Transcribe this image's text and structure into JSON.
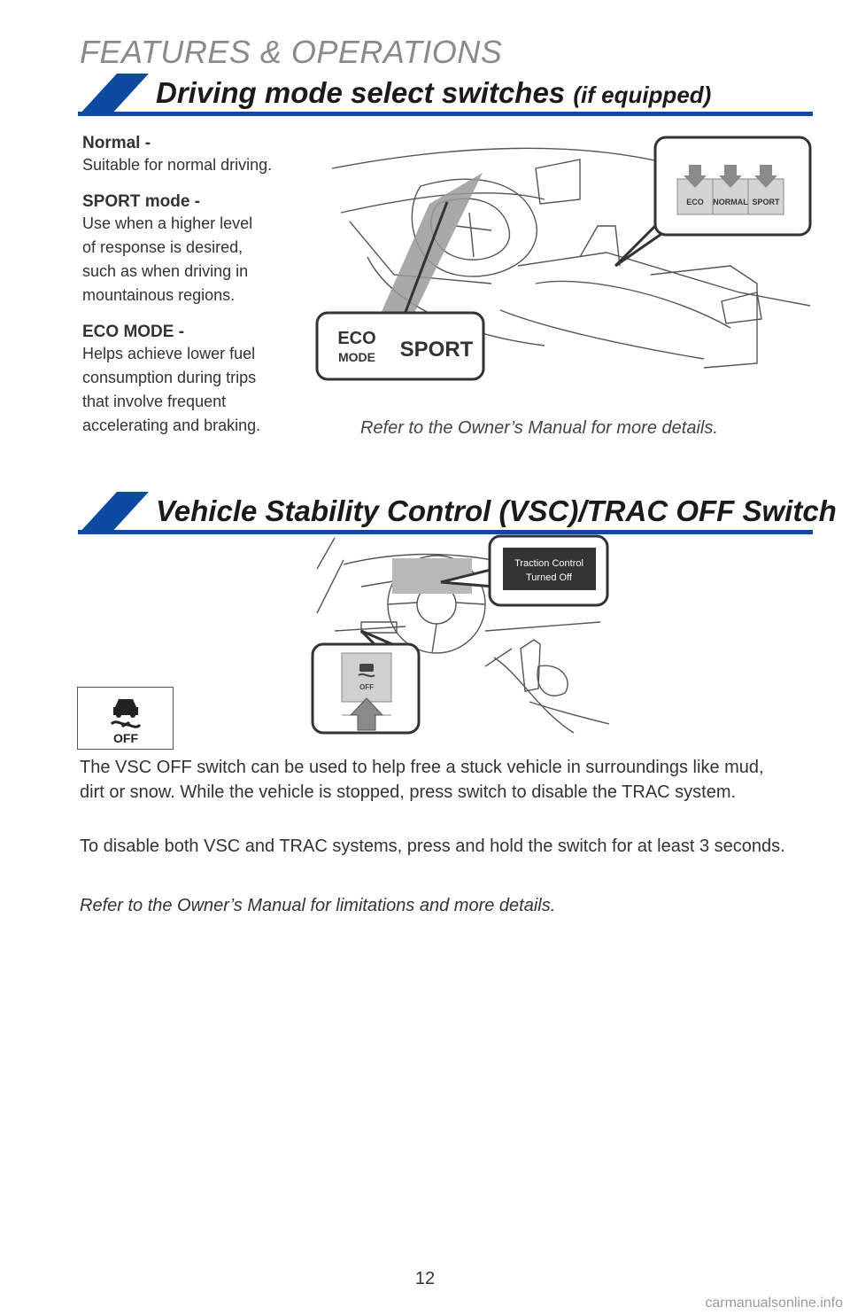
{
  "header": {
    "section": "FEATURES & OPERATIONS"
  },
  "driving_mode": {
    "title": "Driving mode select switches",
    "title_suffix": "(if equipped)",
    "modes": [
      {
        "name": "Normal",
        "sep": " -",
        "desc": [
          "Suitable for normal driving."
        ]
      },
      {
        "name": "SPORT mode",
        "sep": " -",
        "desc": [
          "Use when a higher level",
          "of response is desired,",
          "such as when driving in",
          "mountainous regions."
        ]
      },
      {
        "name": "ECO MODE",
        "sep": " -",
        "desc": [
          "Helps achieve lower fuel",
          "consumption during trips",
          "that involve frequent",
          "accelerating and braking."
        ]
      }
    ],
    "illustration": {
      "switch_labels": [
        "ECO",
        "NORMAL",
        "SPORT"
      ],
      "indicator_eco_line1": "ECO",
      "indicator_eco_line2": "MODE",
      "indicator_sport": "SPORT"
    },
    "caption": "Refer to the Owner’s Manual for more details."
  },
  "vsc": {
    "title": "Vehicle Stability Control (VSC)/TRAC OFF Switch",
    "illustration": {
      "display_line1": "Traction Control",
      "display_line2": "Turned Off",
      "switch_label": "OFF"
    },
    "badge_label": "OFF",
    "paragraphs": [
      "The VSC OFF switch can be used to help free a stuck vehicle in surroundings like mud, dirt or snow. While the vehicle is stopped, press switch to disable the TRAC system.",
      "To disable both VSC and TRAC systems, press and hold the switch for at least 3 seconds."
    ],
    "note": "Refer to the Owner’s Manual for limitations and more details."
  },
  "footer": {
    "page_number": "12",
    "watermark": "carmanualsonline.info"
  },
  "colors": {
    "accent": "#0b4aa0",
    "header_gray": "#8a8a8a"
  }
}
